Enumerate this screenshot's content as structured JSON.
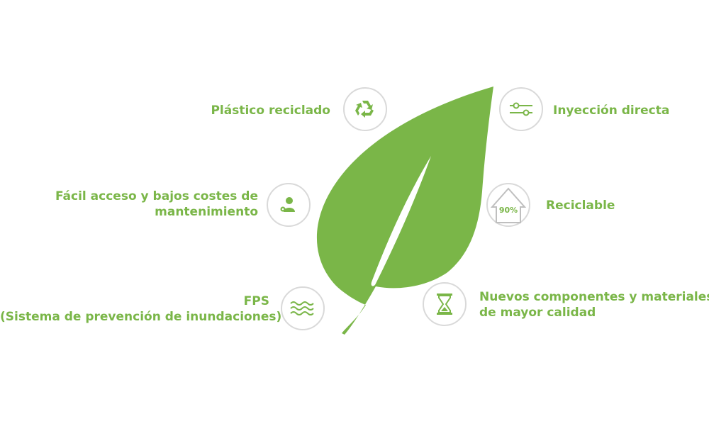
{
  "features": {
    "recycled_plastic": {
      "label": "Plástico reciclado",
      "icon": "recycle-icon"
    },
    "direct_injection": {
      "label": "Inyección directa",
      "icon": "sliders-icon"
    },
    "easy_access": {
      "line1": "Fácil acceso y bajos costes de",
      "line2": "mantenimiento",
      "icon": "person-key-icon"
    },
    "recyclable": {
      "label": "Reciclable",
      "badge": "90%",
      "icon": "house-percent-icon"
    },
    "fps": {
      "line1": "FPS",
      "line2": "(Sistema de prevención de inundaciones)",
      "icon": "waves-icon"
    },
    "new_components": {
      "line1": "Nuevos componentes y materiales",
      "line2": "de mayor calidad",
      "icon": "hourglass-icon"
    }
  },
  "colors": {
    "accent": "#7ab648",
    "leaf": "#7ab648",
    "circle_border": "#d9d9d9"
  }
}
